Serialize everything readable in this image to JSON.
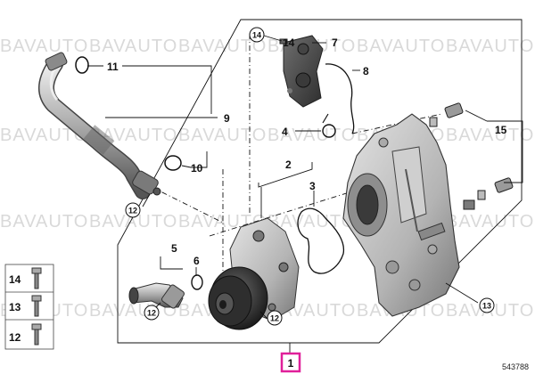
{
  "watermark": {
    "text": "BAVAUTO"
  },
  "reference_number": "543788",
  "callouts": {
    "c1": "1",
    "c2": "2",
    "c3": "3",
    "c4": "4",
    "c5": "5",
    "c6": "6",
    "c7": "7",
    "c8": "8",
    "c9": "9",
    "c10": "10",
    "c11": "11",
    "c12a": "12",
    "c12b": "12",
    "c12c": "12",
    "c13": "13",
    "c14": "14",
    "c15": "15"
  },
  "legend": [
    {
      "label": "14"
    },
    {
      "label": "13"
    },
    {
      "label": "12"
    }
  ],
  "colors": {
    "highlight": "#e0209a",
    "metal_light": "#b8b8b8",
    "metal_dark": "#5a5a5a",
    "rubber": "#2b2b2b"
  }
}
